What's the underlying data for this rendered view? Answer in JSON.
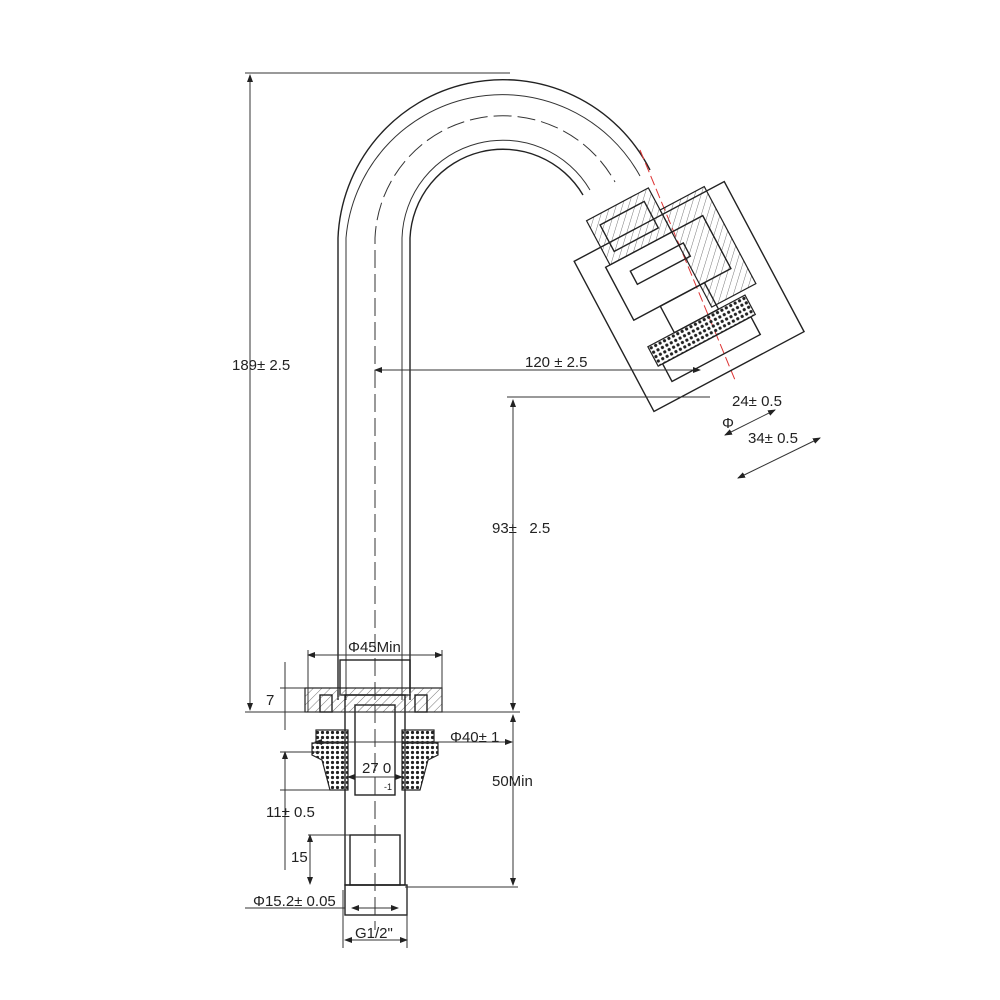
{
  "drawing": {
    "title": "Faucet spout technical drawing",
    "dimensions": {
      "total_height": "189± 2.5",
      "spout_reach": "120 ± 2.5",
      "aerator_inner_dia": "24± 0.5",
      "aerator_phi": "Φ",
      "aerator_outer": "34± 0.5",
      "outlet_height": "93±   2.5",
      "base_dia": "Φ45Min",
      "base_height": "7",
      "washer_dia": "Φ40± 1",
      "nut_width": "27 0",
      "nut_tol": "-1",
      "nut_height": "11± 0.5",
      "thread_len": "15",
      "shank_min": "50Min",
      "shank_dia": "Φ15.2± 0.05",
      "thread": "G1/2\""
    },
    "colors": {
      "line": "#222222",
      "centerline": "#dd3333"
    }
  }
}
